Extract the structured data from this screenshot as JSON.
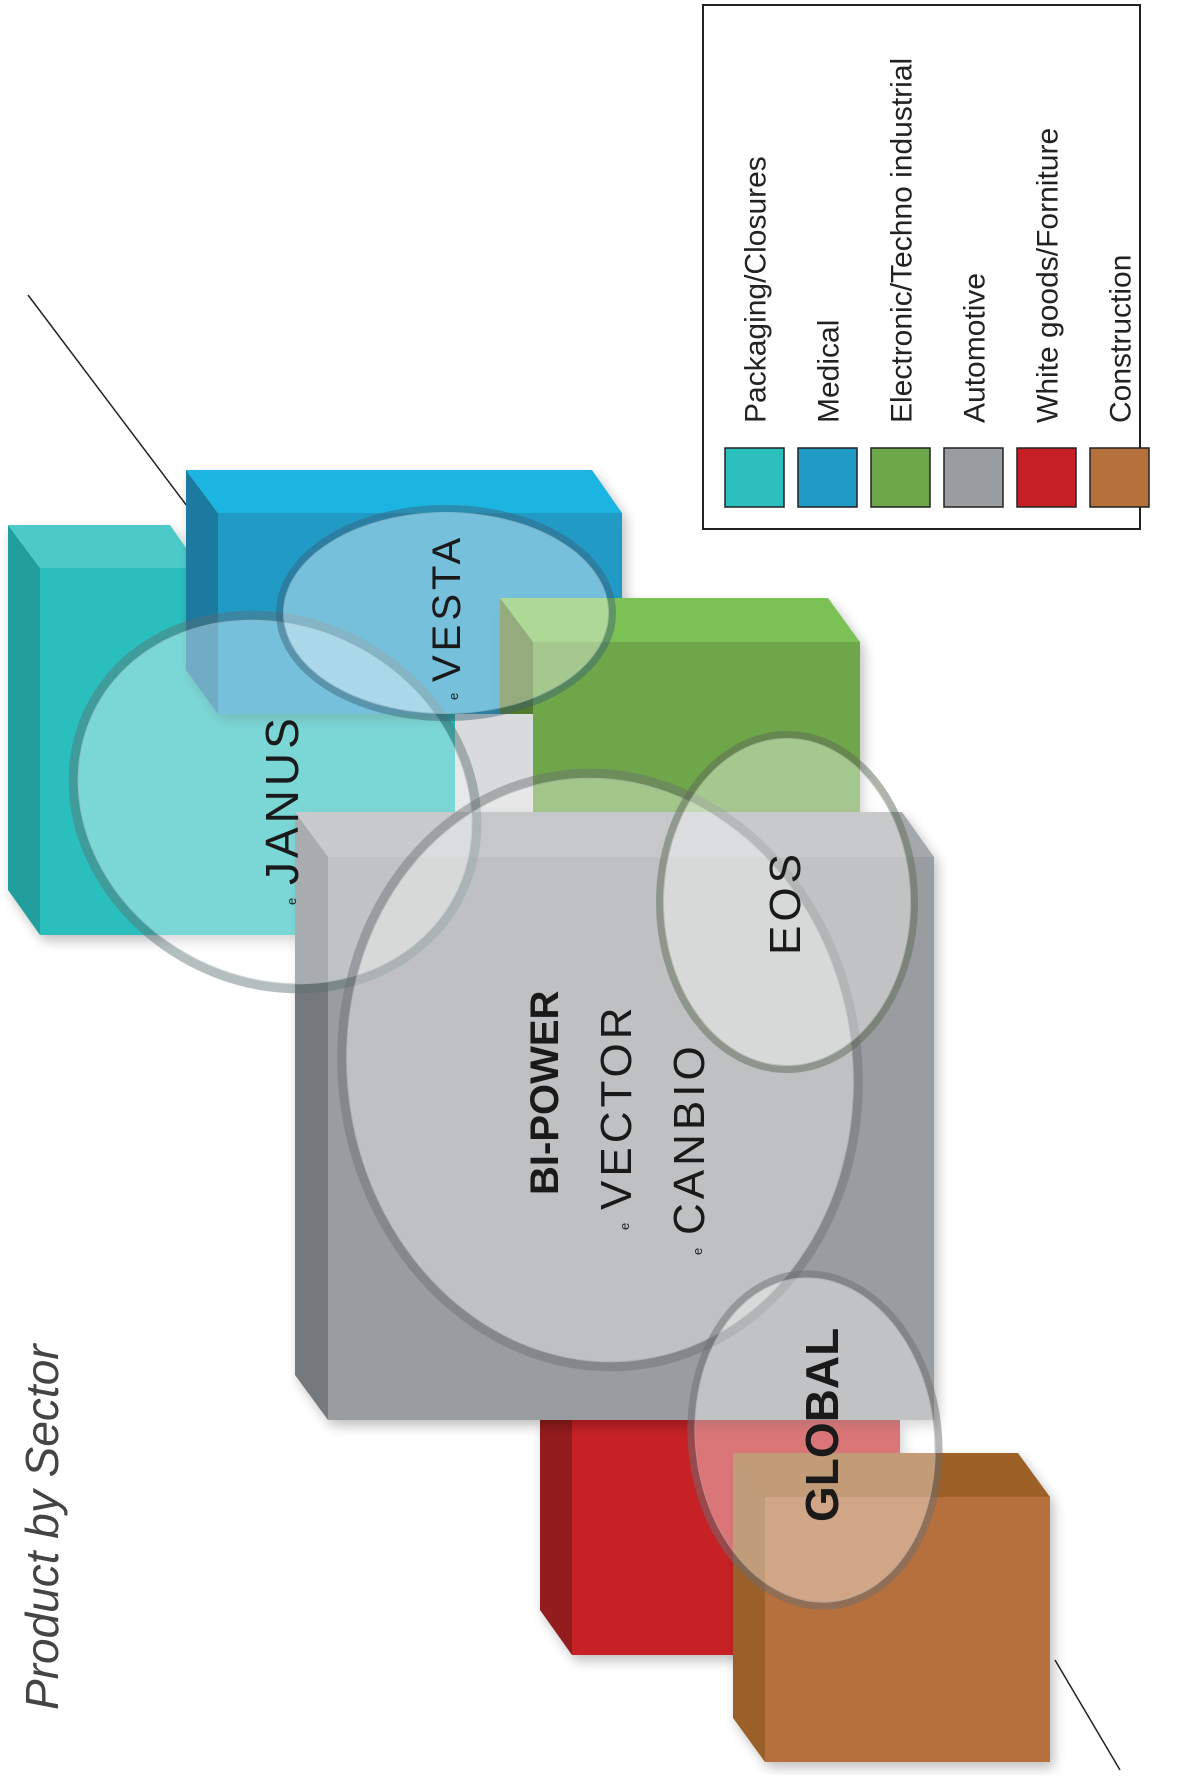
{
  "title": "Product by Sector",
  "legend": [
    {
      "label": "Packaging/Closures",
      "color": "#2bbfbd"
    },
    {
      "label": "Medical",
      "color": "#229ac6"
    },
    {
      "label": "Electronic/Techno industrial",
      "color": "#6ea64a"
    },
    {
      "label": "Automotive",
      "color": "#9a9d9f"
    },
    {
      "label": "White goods/Forniture",
      "color": "#c62026"
    },
    {
      "label": "Construction",
      "color": "#b5703c"
    }
  ],
  "products": {
    "janus": "JANUS",
    "vesta": "VESTA",
    "eos": "EOS",
    "bi_power": "BI-POWER",
    "vector": "VECTOR",
    "canbio": "CANBIO",
    "global": "GLOBAL"
  },
  "logo_mark": "e"
}
